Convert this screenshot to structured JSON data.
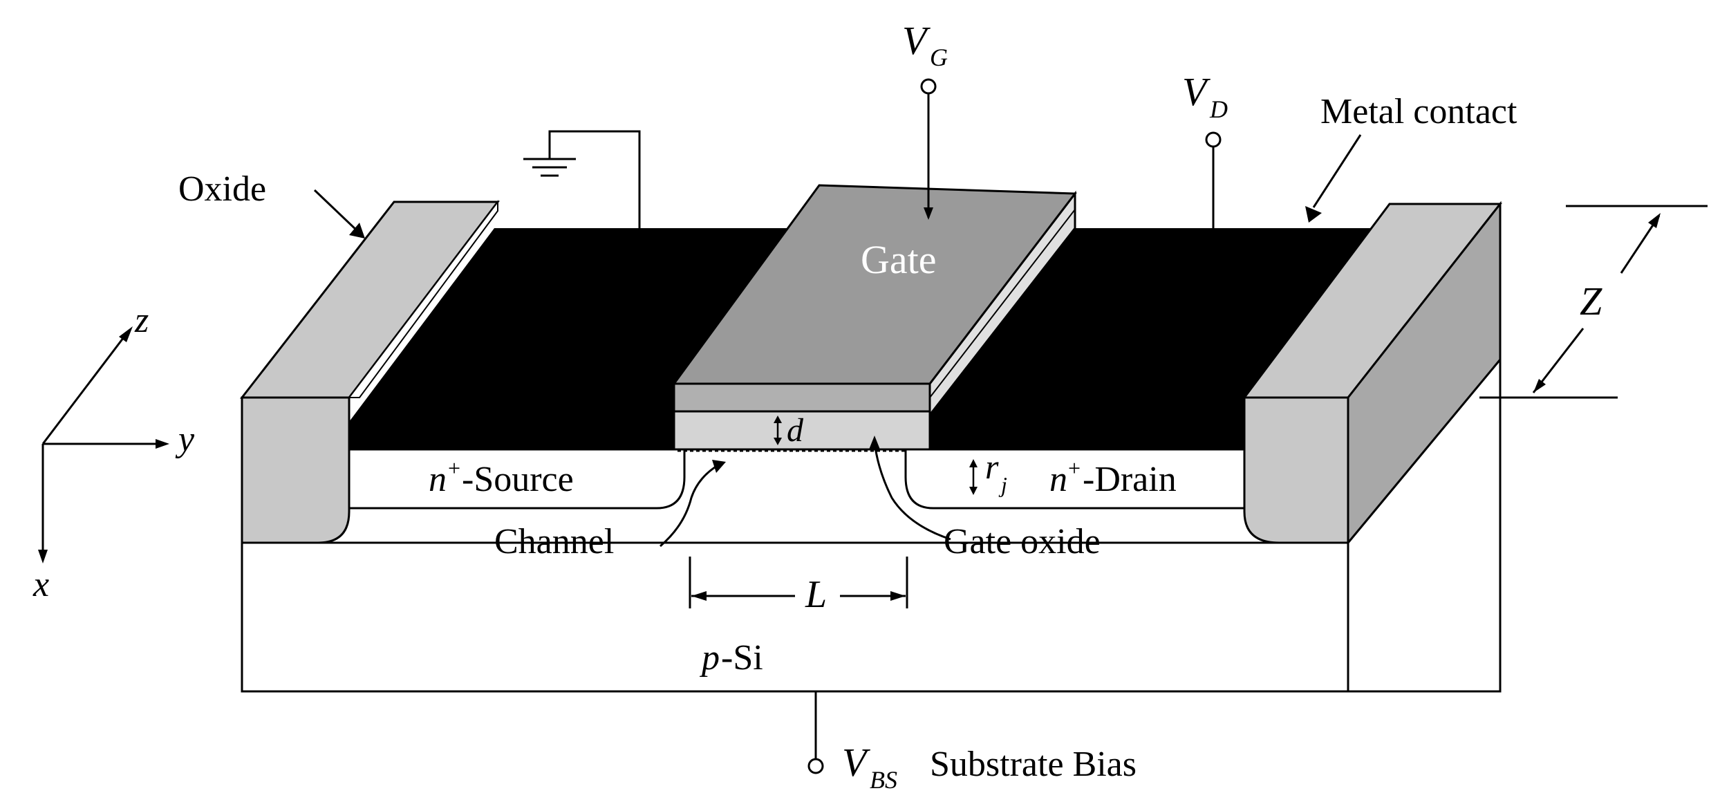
{
  "labels": {
    "v_g": "V",
    "v_g_sub": "G",
    "v_d": "V",
    "v_d_sub": "D",
    "metal_contact": "Metal contact",
    "oxide": "Oxide",
    "gate": "Gate",
    "z_axis": "z",
    "y_axis": "y",
    "x_axis": "x",
    "z_dim": "Z",
    "d_dim": "d",
    "r_j_dim": "r",
    "r_j_sub": "j",
    "source_n": "n",
    "source_sup": "+",
    "source_text": "-Source",
    "drain_n": "n",
    "drain_sup": "+",
    "drain_text": "-Drain",
    "channel": "Channel",
    "gate_oxide": "Gate oxide",
    "l_dim": "L",
    "p_si_p": "p",
    "p_si_text": "-Si",
    "v_bs": "V",
    "v_bs_sub": "BS",
    "substrate_bias": "Substrate Bias"
  },
  "colors": {
    "metal": "#000000",
    "oxide_block": "#c8c8c8",
    "oxide_block_side": "#a0a0a0",
    "gate_top": "#9a9a9a",
    "gate_front": "#b4b4b4",
    "gate_oxide": "#d0d0d0",
    "substrate": "#ffffff"
  }
}
